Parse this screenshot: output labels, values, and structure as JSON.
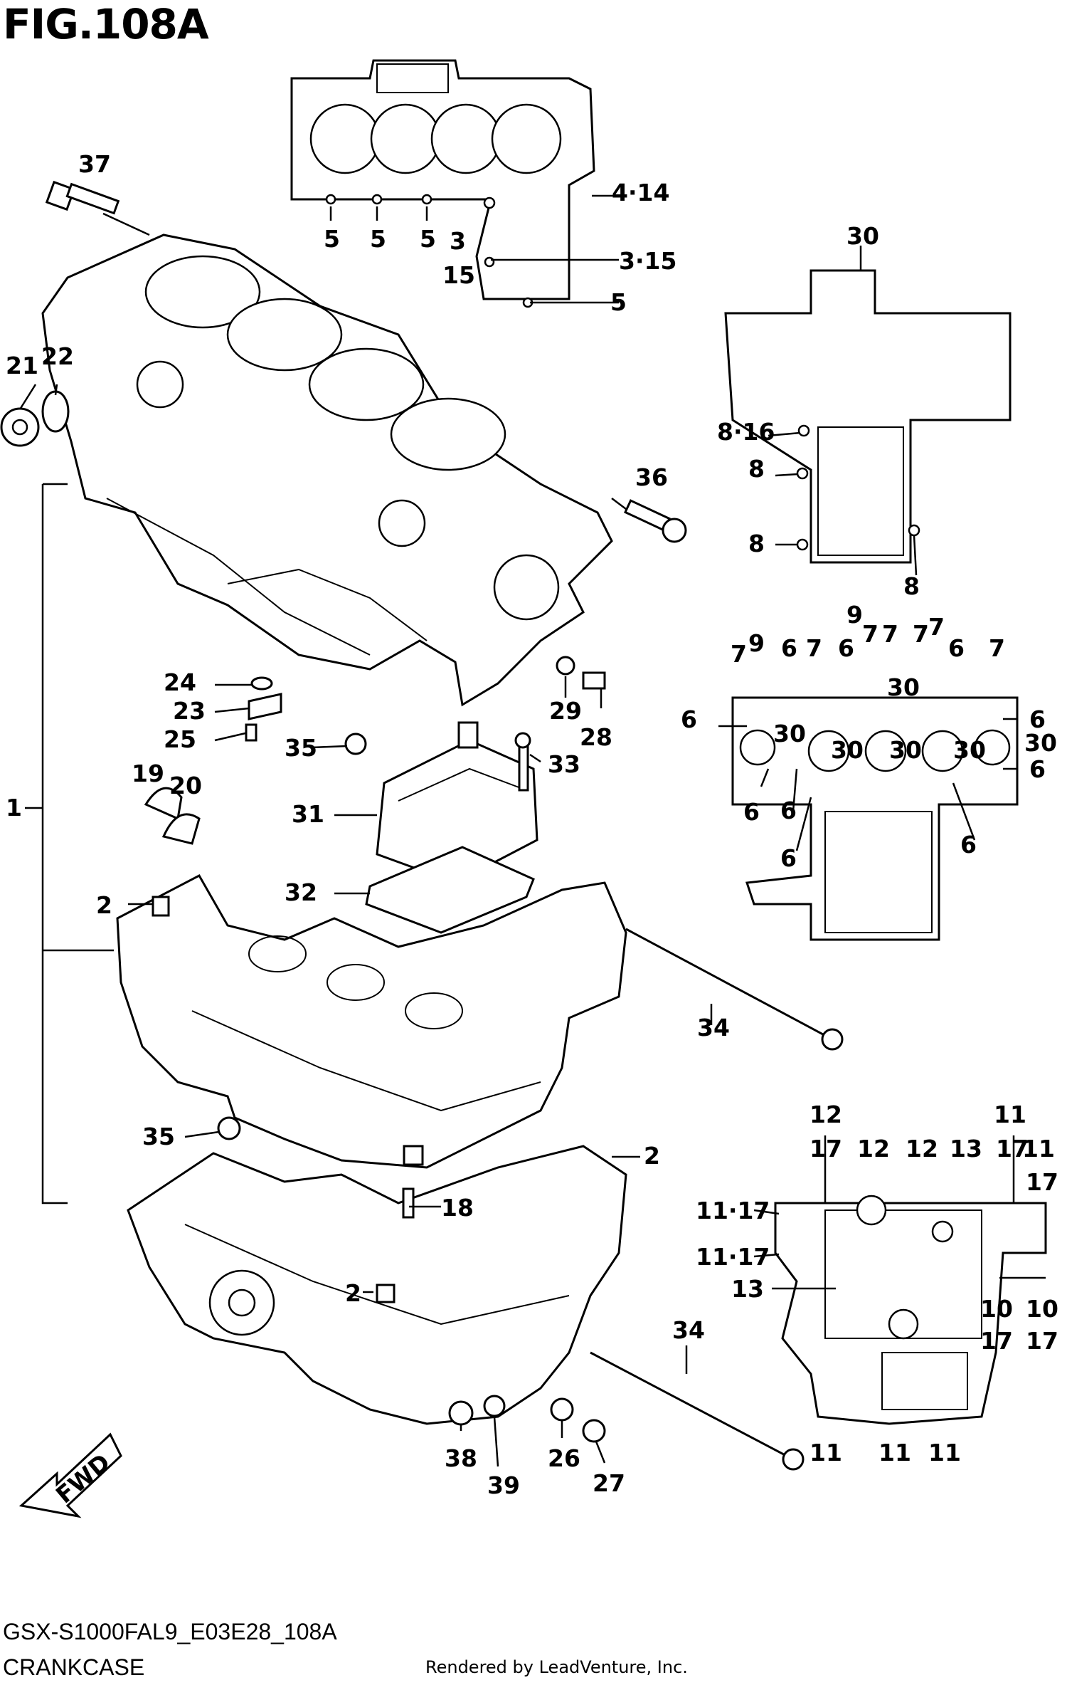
{
  "title": "FIG.108A",
  "model_code": "GSX-S1000FAL9_E03E28_108A",
  "section_name": "CRANKCASE",
  "credit": "Rendered by LeadVenture, Inc.",
  "fwd_label": "FWD",
  "callouts": {
    "c1": "1",
    "c2a": "2",
    "c2b": "2",
    "c2c": "2",
    "c3": "3",
    "c15": "15",
    "c3_15": "3·15",
    "c4_14": "4·14",
    "c5a": "5",
    "c5b": "5",
    "c5c": "5",
    "c5d": "5",
    "c6a": "6",
    "c6b": "6",
    "c6c": "6",
    "c6d": "6",
    "c6e": "6",
    "c6f": "6",
    "c6g": "6",
    "c6h": "6",
    "c6i": "6",
    "c7a": "7",
    "c7b": "7",
    "c7c": "7",
    "c7d": "7",
    "c7e": "7",
    "c7f": "7",
    "c8a": "8",
    "c8b": "8",
    "c8c": "8",
    "c8_16": "8·16",
    "c9a": "9",
    "c9b": "9",
    "c10a": "10",
    "c10b": "10",
    "c11a": "11",
    "c11b": "11",
    "c11c": "11",
    "c11d": "11",
    "c11e": "11",
    "c11_17a": "11·17",
    "c11_17b": "11·17",
    "c12a": "12",
    "c12b": "12",
    "c12c": "12",
    "c13a": "13",
    "c13b": "13",
    "c17a": "17",
    "c17b": "17",
    "c17c": "17",
    "c17d": "17",
    "c17e": "17",
    "c18": "18",
    "c19": "19",
    "c20": "20",
    "c21": "21",
    "c22": "22",
    "c23": "23",
    "c24": "24",
    "c25": "25",
    "c26": "26",
    "c27": "27",
    "c28": "28",
    "c29": "29",
    "c30a": "30",
    "c30b": "30",
    "c30c": "30",
    "c30d": "30",
    "c30e": "30",
    "c30f": "30",
    "c30g": "30",
    "c31": "31",
    "c32": "32",
    "c33": "33",
    "c34a": "34",
    "c34b": "34",
    "c35a": "35",
    "c35b": "35",
    "c36": "36",
    "c37": "37",
    "c38": "38",
    "c39": "39"
  }
}
